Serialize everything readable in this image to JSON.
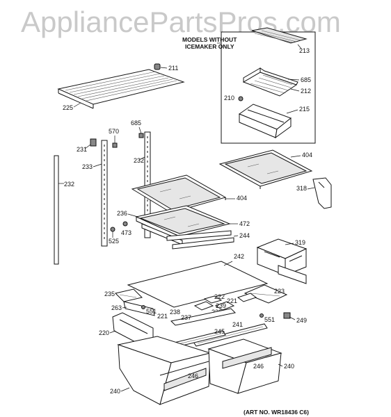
{
  "watermark": "AppliancePartsPros.com",
  "inset_title_line1": "MODELS WITHOUT",
  "inset_title_line2": "ICEMAKER ONLY",
  "art_number": "(ART NO. WR18436 C6)",
  "callouts": {
    "c213": "213",
    "c685a": "685",
    "c212": "212",
    "c210": "210",
    "c215": "215",
    "c211": "211",
    "c225": "225",
    "c685b": "685",
    "c570": "570",
    "c231": "231",
    "c233": "233",
    "c232a": "232",
    "c232b": "232",
    "c404a": "404",
    "c404b": "404",
    "c318": "318",
    "c236": "236",
    "c472": "472",
    "c473": "473",
    "c525": "525",
    "c244": "244",
    "c319": "319",
    "c242": "242",
    "c235": "235",
    "c223": "223",
    "c263": "263",
    "c551a": "551",
    "c222": "222",
    "c221a": "221",
    "c239": "239",
    "c238a": "238",
    "c238b": "238",
    "c221b": "221",
    "c237": "237",
    "c551b": "551",
    "c249": "249",
    "c241": "241",
    "c220": "220",
    "c245": "245",
    "c246a": "246",
    "c246b": "246",
    "c240a": "240",
    "c240b": "240"
  }
}
